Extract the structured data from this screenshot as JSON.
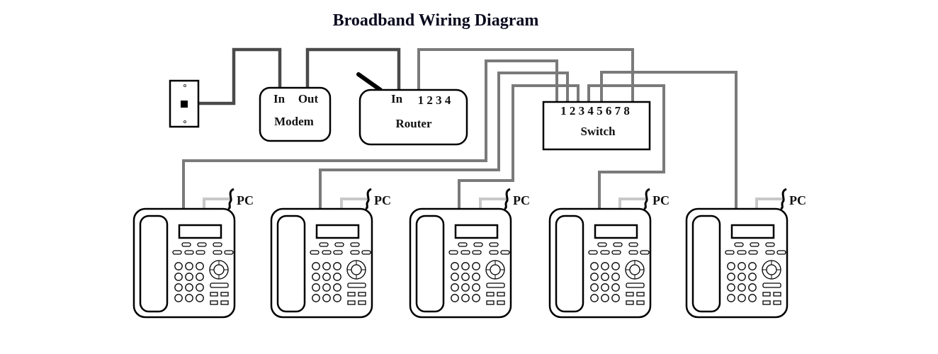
{
  "title": "Broadband Wiring Diagram",
  "devices": {
    "wall_jack": {
      "name": "Wall Jack"
    },
    "modem": {
      "label": "Modem",
      "ports": [
        "In",
        "Out"
      ]
    },
    "router": {
      "label": "Router",
      "in_label": "In",
      "ports_label": "1 2 3 4"
    },
    "switch": {
      "label": "Switch",
      "ports_label": "1 2 3 4 5 6 7 8"
    }
  },
  "phones": [
    {
      "pc_label": "PC",
      "switch_port": "1"
    },
    {
      "pc_label": "PC",
      "switch_port": "2"
    },
    {
      "pc_label": "PC",
      "switch_port": "3"
    },
    {
      "pc_label": "PC",
      "switch_port": "4"
    },
    {
      "pc_label": "PC",
      "switch_port": "5"
    }
  ],
  "connections": [
    {
      "from": "Wall Jack",
      "to": "Modem In"
    },
    {
      "from": "Modem Out",
      "to": "Router In"
    },
    {
      "from": "Router 1",
      "to": "Switch 8"
    },
    {
      "from": "Switch 1",
      "to": "Phone 1"
    },
    {
      "from": "Switch 2",
      "to": "Phone 2"
    },
    {
      "from": "Switch 3",
      "to": "Phone 3"
    },
    {
      "from": "Switch 4",
      "to": "Phone 4"
    },
    {
      "from": "Switch 5",
      "to": "Phone 5"
    }
  ]
}
